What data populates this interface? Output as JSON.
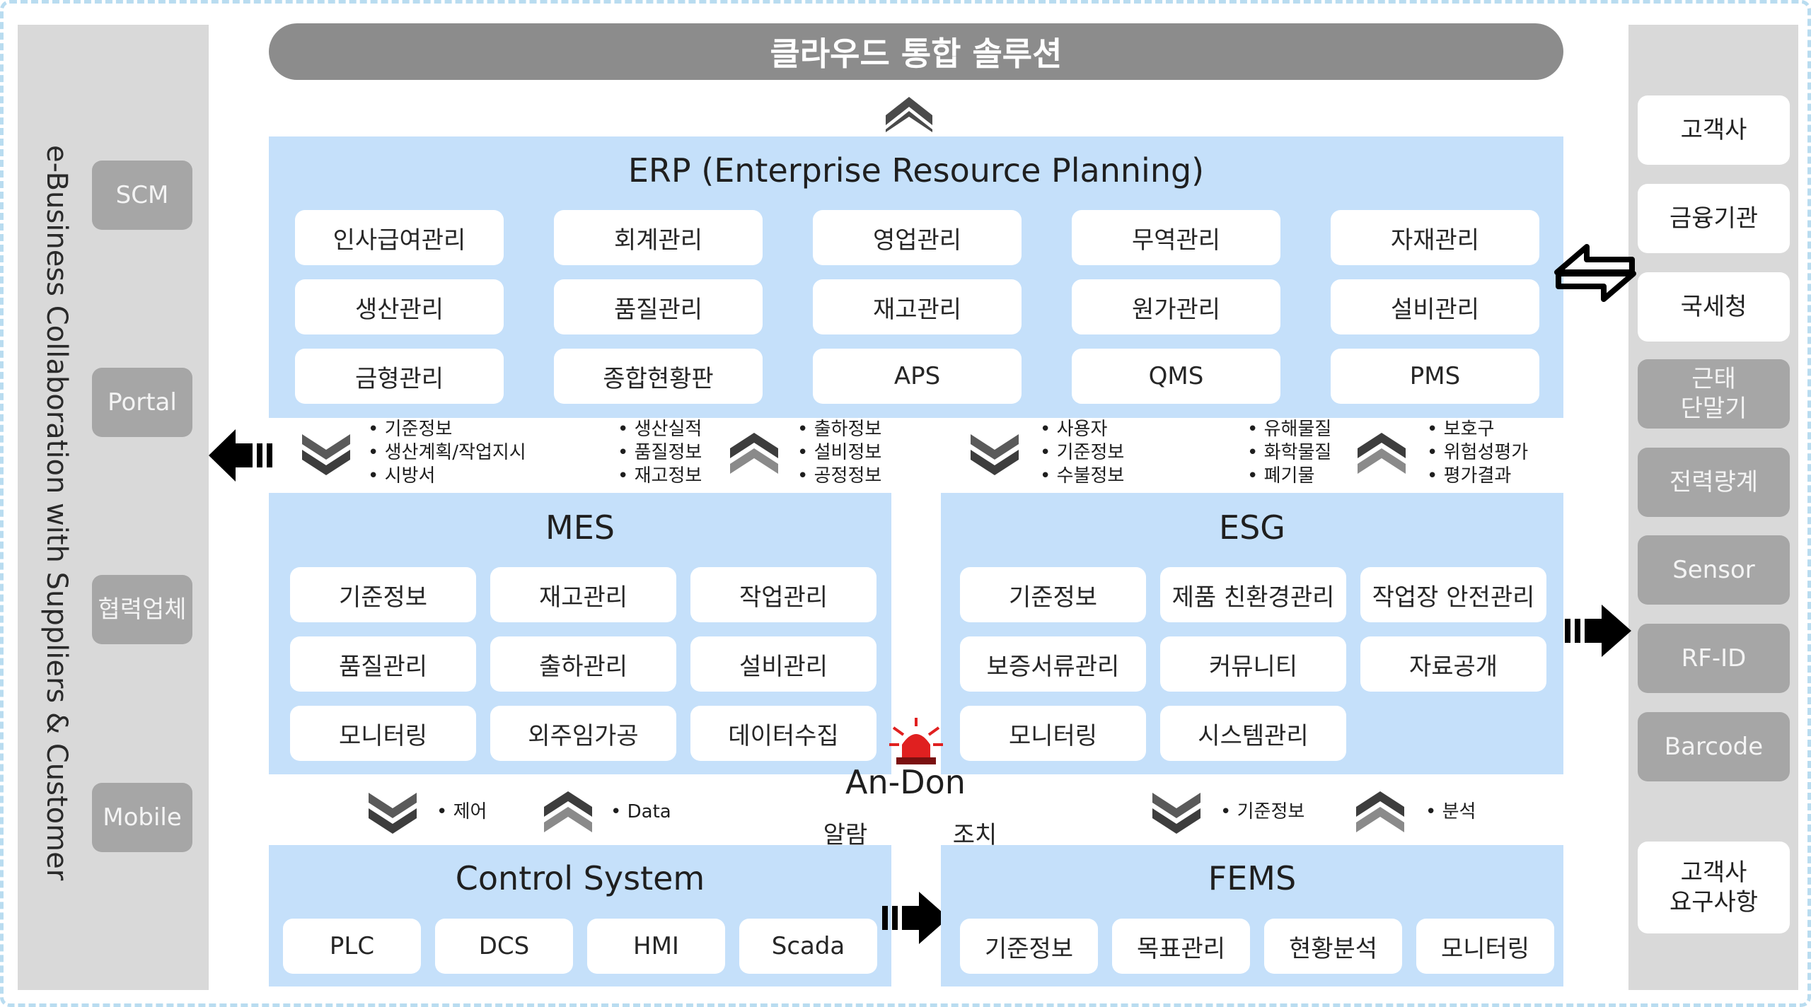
{
  "title": "클라우드 통합 솔루션",
  "left_panel": {
    "vertical_label": "e-Business Collaboration with Suppliers & Customer",
    "items": [
      "SCM",
      "Portal",
      "협력업체",
      "Mobile"
    ]
  },
  "right_panel": {
    "top_items": [
      "고객사",
      "금융기관",
      "국세청"
    ],
    "device_items": [
      "근태\n단말기",
      "전력량계",
      "Sensor",
      "RF-ID",
      "Barcode"
    ],
    "bottom_item": "고객사\n요구사항"
  },
  "erp": {
    "title": "ERP (Enterprise Resource Planning)",
    "modules": [
      "인사급여관리",
      "회계관리",
      "영업관리",
      "무역관리",
      "자재관리",
      "생산관리",
      "품질관리",
      "재고관리",
      "원가관리",
      "설비관리",
      "금형관리",
      "종합현황판",
      "APS",
      "QMS",
      "PMS"
    ]
  },
  "flows": {
    "erp_mes_down": [
      "기준정보",
      "생산계획/작업지시",
      "시방서"
    ],
    "erp_mes_up": [
      "생산실적",
      "품질정보",
      "재고정보"
    ],
    "erp_mes_up2": [
      "출하정보",
      "설비정보",
      "공정정보"
    ],
    "erp_esg_down": [
      "사용자",
      "기준정보",
      "수불정보"
    ],
    "erp_esg_mid": [
      "유해물질",
      "화학물질",
      "폐기물"
    ],
    "erp_esg_up": [
      "보호구",
      "위험성평가",
      "평가결과"
    ],
    "mes_ctrl_down": [
      "제어"
    ],
    "mes_ctrl_up": [
      "Data"
    ],
    "esg_fems_down": [
      "기준정보"
    ],
    "esg_fems_up": [
      "분석"
    ]
  },
  "mes": {
    "title": "MES",
    "modules": [
      "기준정보",
      "재고관리",
      "작업관리",
      "품질관리",
      "출하관리",
      "설비관리",
      "모니터링",
      "외주임가공",
      "데이터수집"
    ]
  },
  "esg": {
    "title": "ESG",
    "modules": [
      "기준정보",
      "제품 친환경관리",
      "작업장 안전관리",
      "보증서류관리",
      "커뮤니티",
      "자료공개",
      "모니터링",
      "시스템관리"
    ]
  },
  "andon": {
    "title": "An-Don",
    "buttons": [
      "알람",
      "조치"
    ]
  },
  "control": {
    "title": "Control System",
    "modules": [
      "PLC",
      "DCS",
      "HMI",
      "Scada"
    ]
  },
  "fems": {
    "title": "FEMS",
    "modules": [
      "기준정보",
      "목표관리",
      "현황분석",
      "모니터링"
    ]
  },
  "colors": {
    "panel_blue": "#c5e0fa",
    "panel_gray": "#d9d9d9",
    "box_gray": "#a6a6a6",
    "title_bar": "#8c8c8c",
    "chevron": "#4a4a4a",
    "siren": "#e02020"
  }
}
